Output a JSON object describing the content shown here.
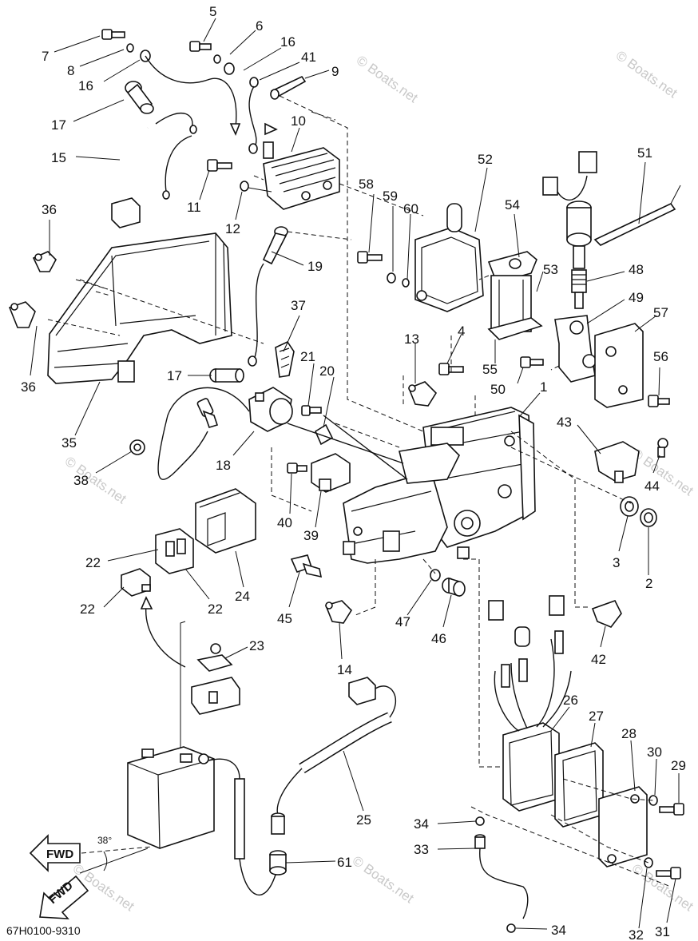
{
  "diagram_code": "67H0100-9310",
  "watermark": "© Boats.net",
  "fwd_label": "FWD",
  "angle_label": "38°",
  "part_labels": [
    {
      "id": "l5",
      "text": "5"
    },
    {
      "id": "l6",
      "text": "6"
    },
    {
      "id": "l16a",
      "text": "16"
    },
    {
      "id": "l41",
      "text": "41"
    },
    {
      "id": "l9",
      "text": "9"
    },
    {
      "id": "l7",
      "text": "7"
    },
    {
      "id": "l8",
      "text": "8"
    },
    {
      "id": "l16b",
      "text": "16"
    },
    {
      "id": "l17a",
      "text": "17"
    },
    {
      "id": "l10",
      "text": "10"
    },
    {
      "id": "l15",
      "text": "15"
    },
    {
      "id": "l11",
      "text": "11"
    },
    {
      "id": "l12",
      "text": "12"
    },
    {
      "id": "l36a",
      "text": "36"
    },
    {
      "id": "l36b",
      "text": "36"
    },
    {
      "id": "l19",
      "text": "19"
    },
    {
      "id": "l37",
      "text": "37"
    },
    {
      "id": "l58",
      "text": "58"
    },
    {
      "id": "l59",
      "text": "59"
    },
    {
      "id": "l60",
      "text": "60"
    },
    {
      "id": "l52",
      "text": "52"
    },
    {
      "id": "l54",
      "text": "54"
    },
    {
      "id": "l51",
      "text": "51"
    },
    {
      "id": "l53",
      "text": "53"
    },
    {
      "id": "l48",
      "text": "48"
    },
    {
      "id": "l49",
      "text": "49"
    },
    {
      "id": "l57",
      "text": "57"
    },
    {
      "id": "l13",
      "text": "13"
    },
    {
      "id": "l4",
      "text": "4"
    },
    {
      "id": "l55",
      "text": "55"
    },
    {
      "id": "l50",
      "text": "50"
    },
    {
      "id": "l56",
      "text": "56"
    },
    {
      "id": "l21",
      "text": "21"
    },
    {
      "id": "l20",
      "text": "20"
    },
    {
      "id": "l17b",
      "text": "17"
    },
    {
      "id": "l35",
      "text": "35"
    },
    {
      "id": "l18",
      "text": "18"
    },
    {
      "id": "l38",
      "text": "38"
    },
    {
      "id": "l1",
      "text": "1"
    },
    {
      "id": "l43",
      "text": "43"
    },
    {
      "id": "l44",
      "text": "44"
    },
    {
      "id": "l40",
      "text": "40"
    },
    {
      "id": "l39",
      "text": "39"
    },
    {
      "id": "l3",
      "text": "3"
    },
    {
      "id": "l2",
      "text": "2"
    },
    {
      "id": "l22a",
      "text": "22"
    },
    {
      "id": "l22b",
      "text": "22"
    },
    {
      "id": "l22c",
      "text": "22"
    },
    {
      "id": "l24",
      "text": "24"
    },
    {
      "id": "l45",
      "text": "45"
    },
    {
      "id": "l47",
      "text": "47"
    },
    {
      "id": "l46",
      "text": "46"
    },
    {
      "id": "l42",
      "text": "42"
    },
    {
      "id": "l23",
      "text": "23"
    },
    {
      "id": "l14",
      "text": "14"
    },
    {
      "id": "l26",
      "text": "26"
    },
    {
      "id": "l27",
      "text": "27"
    },
    {
      "id": "l28",
      "text": "28"
    },
    {
      "id": "l30",
      "text": "30"
    },
    {
      "id": "l29",
      "text": "29"
    },
    {
      "id": "l25",
      "text": "25"
    },
    {
      "id": "l34a",
      "text": "34"
    },
    {
      "id": "l33",
      "text": "33"
    },
    {
      "id": "l61",
      "text": "61"
    },
    {
      "id": "l32",
      "text": "32"
    },
    {
      "id": "l31",
      "text": "31"
    },
    {
      "id": "l34b",
      "text": "34"
    }
  ]
}
